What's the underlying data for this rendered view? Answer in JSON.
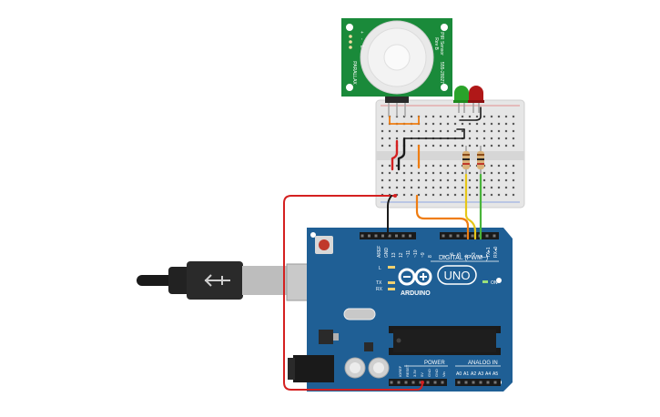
{
  "pir_sensor": {
    "brand": "PARALLAX",
    "model": "PIR Sensor",
    "revision": "Rev B",
    "part_number": "555-28027",
    "pin_labels": [
      "+",
      "-",
      "L"
    ]
  },
  "arduino": {
    "model": "UNO",
    "brand": "ARDUINO",
    "digital_header": "DIGITAL (PWM~)",
    "power_header": "POWER",
    "analog_header": "ANALOG IN",
    "on_label": "ON",
    "led_labels": [
      "L",
      "TX",
      "RX"
    ],
    "aref": "AREF",
    "gnd": "GND",
    "digital_pins": [
      "13",
      "12",
      "~11",
      "~10",
      "~9",
      "8",
      "7",
      "~6",
      "~5",
      "4",
      "~3",
      "2",
      "TX▸1",
      "RX◂0"
    ],
    "power_pins": [
      "IOREF",
      "RESET",
      "3.3V",
      "5V",
      "GND",
      "GND",
      "Vin"
    ],
    "analog_pins": [
      "A0",
      "A1",
      "A2",
      "A3",
      "A4",
      "A5"
    ]
  },
  "leds": [
    {
      "name": "green",
      "color": "#2aa32a"
    },
    {
      "name": "red",
      "color": "#b01818"
    }
  ],
  "colors": {
    "board_blue": "#1f5f95",
    "pcb_green": "#1a8a3a",
    "wire_red": "#d42020",
    "wire_black": "#1a1a1a",
    "wire_orange": "#ef7d12",
    "wire_yellow": "#e6c619",
    "wire_green": "#49b43b"
  }
}
